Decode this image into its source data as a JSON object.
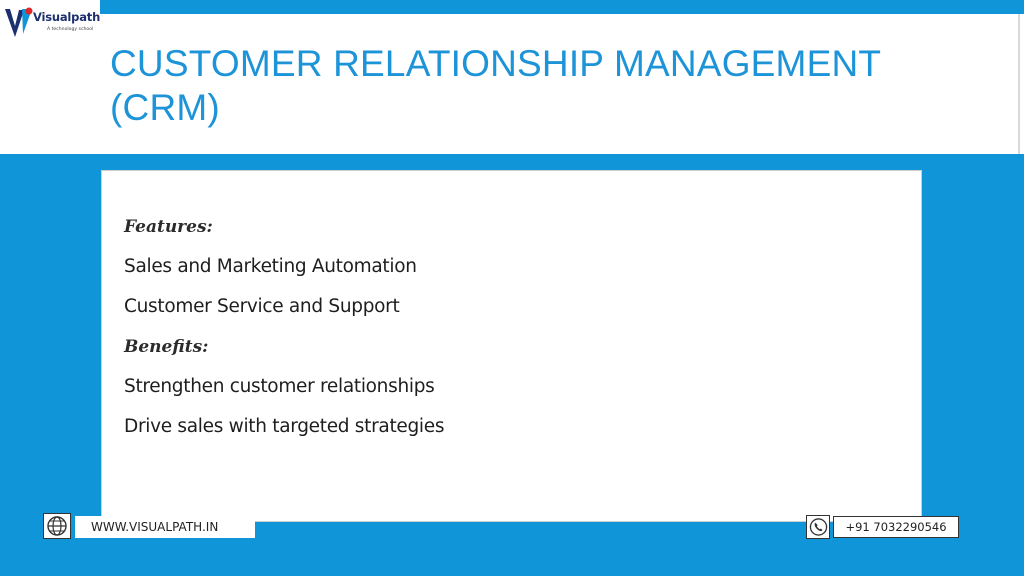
{
  "logo": {
    "name": "Visualpath",
    "tagline": "A technology school"
  },
  "slide": {
    "title": "CUSTOMER RELATIONSHIP MANAGEMENT (CRM)"
  },
  "content": {
    "features_label": "Features:",
    "features": [
      "Sales and Marketing Automation",
      "Customer Service and Support"
    ],
    "benefits_label": "Benefits:",
    "benefits": [
      "Strengthen customer relationships",
      "Drive sales with targeted strategies"
    ]
  },
  "footer": {
    "website": "WWW.VISUALPATH.IN",
    "phone": "+91 7032290546",
    "web_icon": "globe-icon",
    "phone_icon": "phone-icon"
  },
  "colors": {
    "background": "#1095d9",
    "title": "#1d93d8",
    "logo_text": "#1c2f6e"
  }
}
